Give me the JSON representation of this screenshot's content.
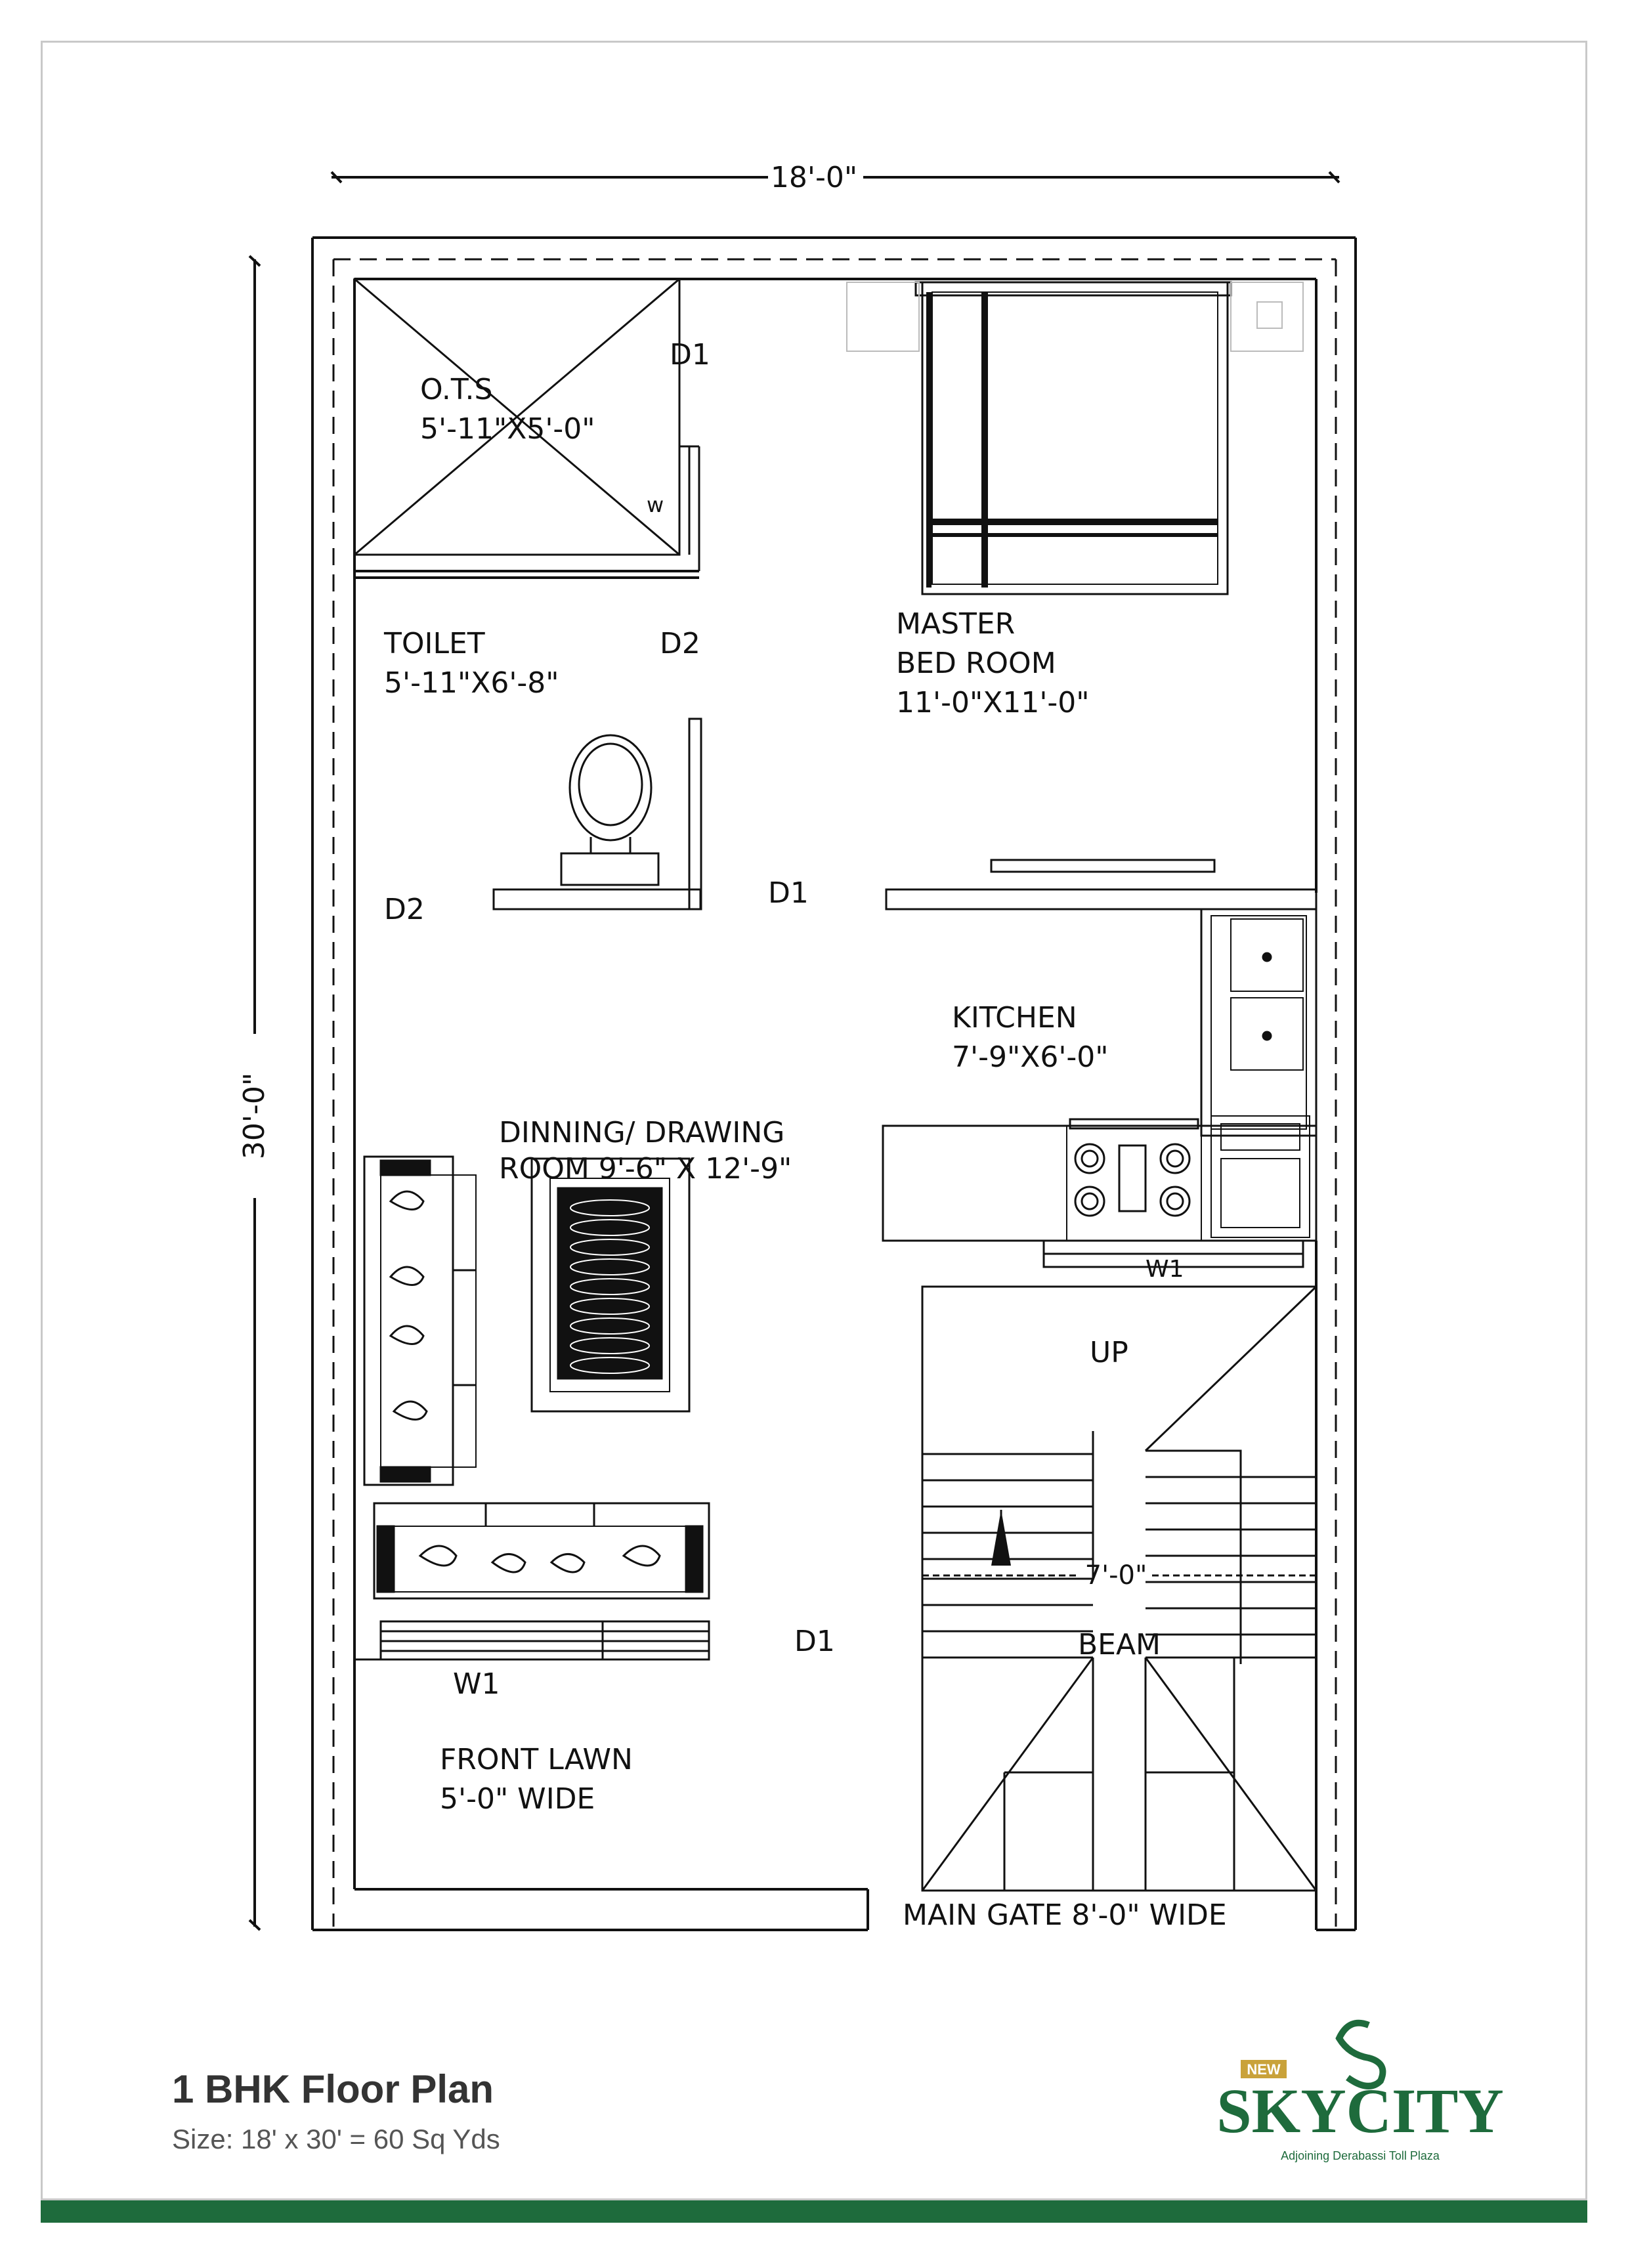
{
  "dimensions": {
    "width": "18'-0\"",
    "depth": "30'-0\""
  },
  "rooms": {
    "ots": {
      "name": "O.T.S",
      "size": "5'-11\"X5'-0\""
    },
    "toilet": {
      "name": "TOILET",
      "size": "5'-11\"X6'-8\""
    },
    "master_bedroom": {
      "name_line1": "MASTER",
      "name_line2": "BED ROOM",
      "size": "11'-0\"X11'-0\""
    },
    "kitchen": {
      "name": "KITCHEN",
      "size": "7'-9\"X6'-0\""
    },
    "dining_drawing": {
      "name_line1": "DINNING/ DRAWING",
      "name_line2": "ROOM  9'-6\" X 12'-9\""
    },
    "front_lawn": {
      "name": "FRONT LAWN",
      "size": "5'-0\" WIDE"
    }
  },
  "labels": {
    "w": "w",
    "d1": "D1",
    "d2": "D2",
    "w1": "W1",
    "up": "UP",
    "stair_width": "7'-0\"",
    "beam": "BEAM",
    "main_gate": "MAIN GATE 8'-0\" WIDE"
  },
  "footer": {
    "title": "1 BHK Floor Plan",
    "size": "Size: 18' x 30' = 60 Sq Yds"
  },
  "brand": {
    "badge": "NEW",
    "name": "SKYCITY",
    "tagline": "Adjoining Derabassi Toll Plaza",
    "color": "#1e6b3c",
    "badge_color": "#c9a23a"
  },
  "colors": {
    "line": "#111111",
    "accent_bar": "#1e6b3c"
  }
}
